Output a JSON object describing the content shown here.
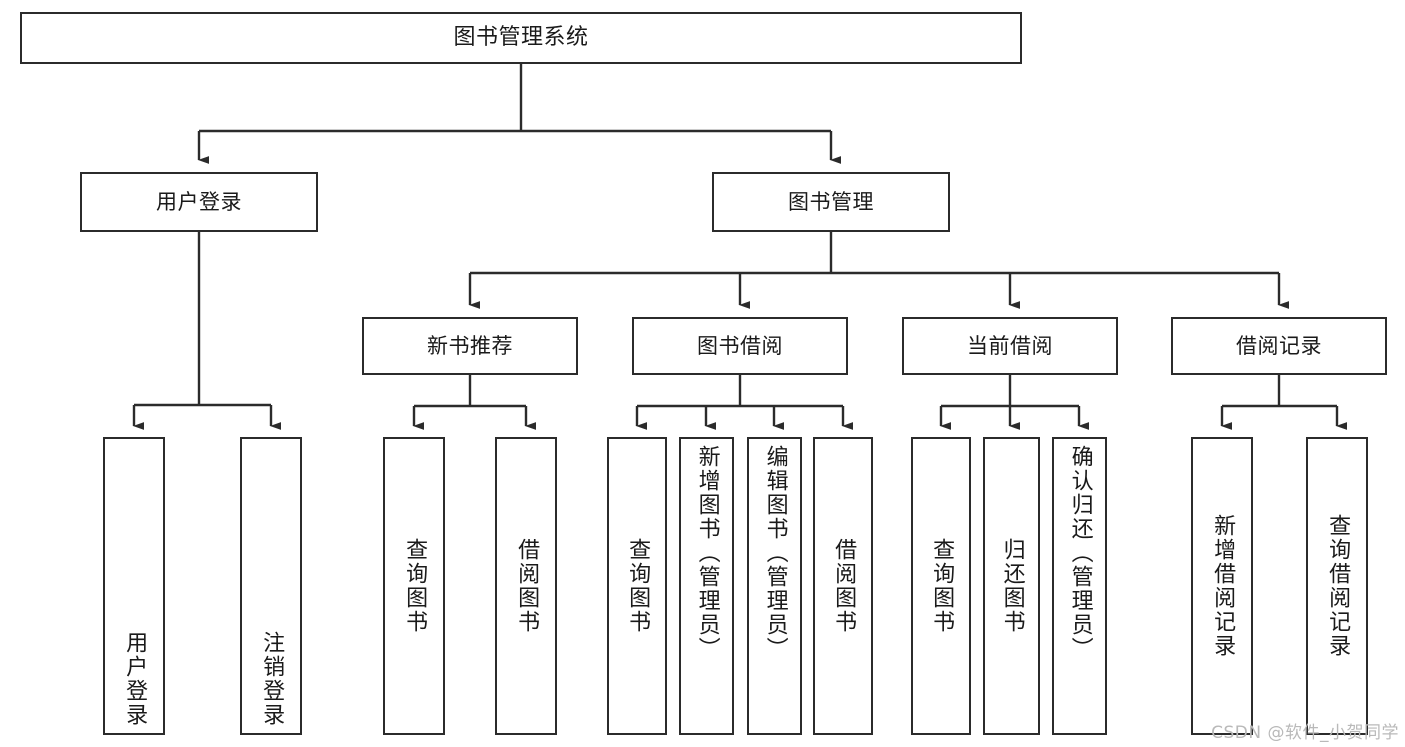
{
  "diagram": {
    "title": "图书管理系统",
    "type": "tree",
    "watermark": "CSDN @软件_小贺同学",
    "colors": {
      "stroke": "#2b2b2b",
      "fill": "#ffffff",
      "text": "#1a1a1a",
      "watermark": "#b9b9b9"
    },
    "nodes": {
      "root": "图书管理系统",
      "level1": {
        "user_login": "用户登录",
        "book_manage": "图书管理"
      },
      "level2": {
        "new_book_rec": "新书推荐",
        "book_borrow": "图书借阅",
        "current_borrow": "当前借阅",
        "borrow_record": "借阅记录"
      },
      "leaves": {
        "user_login_1": "用户登录",
        "user_login_2": "注销登录",
        "new_book_1": "查询图书",
        "new_book_2": "借阅图书",
        "borrow_1": "查询图书",
        "borrow_2": "新增图书（管理员）",
        "borrow_3": "编辑图书（管理员）",
        "borrow_4": "借阅图书",
        "current_1": "查询图书",
        "current_2": "归还图书",
        "current_3": "确认归还（管理员）",
        "record_1": "新增借阅记录",
        "record_2": "查询借阅记录"
      }
    }
  }
}
